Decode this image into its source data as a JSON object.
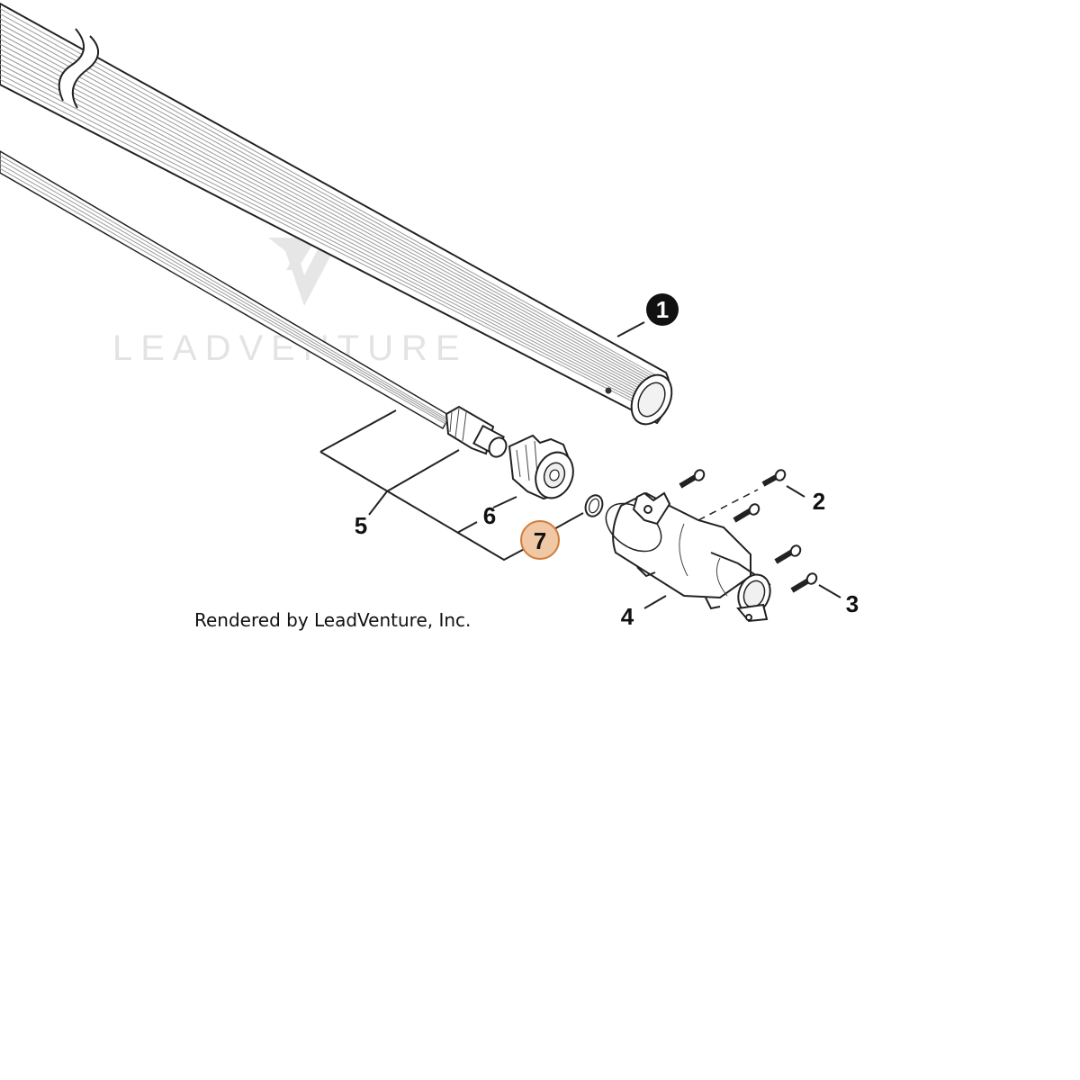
{
  "diagram": {
    "callouts": [
      {
        "id": "1",
        "label": "1"
      },
      {
        "id": "2",
        "label": "2"
      },
      {
        "id": "3",
        "label": "3"
      },
      {
        "id": "4",
        "label": "4"
      },
      {
        "id": "5",
        "label": "5"
      },
      {
        "id": "6",
        "label": "6"
      },
      {
        "id": "7",
        "label": "7"
      }
    ],
    "highlight_color": "#f0c8a6",
    "highlight_stroke": "#d27c38",
    "watermark": "LEADVENTURE",
    "credit": "Rendered by LeadVenture, Inc."
  }
}
